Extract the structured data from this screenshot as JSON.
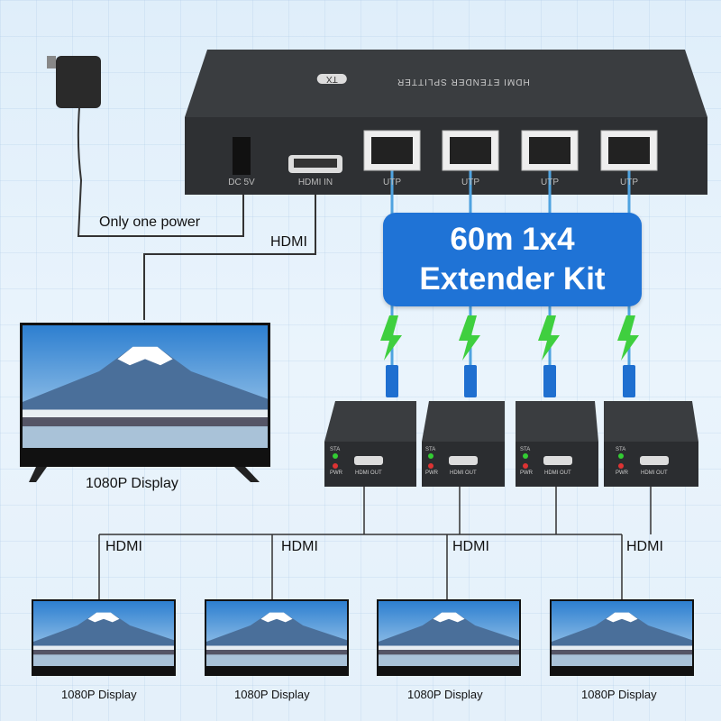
{
  "transmitter": {
    "top_label": "HDMI ETENDER SPLITTER",
    "badge": "TX",
    "ports": [
      "DC 5V",
      "HDMI IN",
      "UTP",
      "UTP",
      "UTP",
      "UTP"
    ]
  },
  "power_note": "Only one power",
  "hdmi_in_label": "HDMI",
  "headline": {
    "line1": "60m 1x4",
    "line2": "Extender Kit",
    "color": "#1f73d6"
  },
  "receivers": [
    {
      "led1": "STA",
      "led2": "PWR",
      "port": "HDMI OUT"
    },
    {
      "led1": "STA",
      "led2": "PWR",
      "port": "HDMI OUT"
    },
    {
      "led1": "STA",
      "led2": "PWR",
      "port": "HDMI OUT"
    },
    {
      "led1": "STA",
      "led2": "PWR",
      "port": "HDMI OUT"
    }
  ],
  "source_display": "1080P Display",
  "outputs": [
    {
      "cable": "HDMI",
      "display": "1080P Display"
    },
    {
      "cable": "HDMI",
      "display": "1080P Display"
    },
    {
      "cable": "HDMI",
      "display": "1080P Display"
    },
    {
      "cable": "HDMI",
      "display": "1080P Display"
    }
  ]
}
